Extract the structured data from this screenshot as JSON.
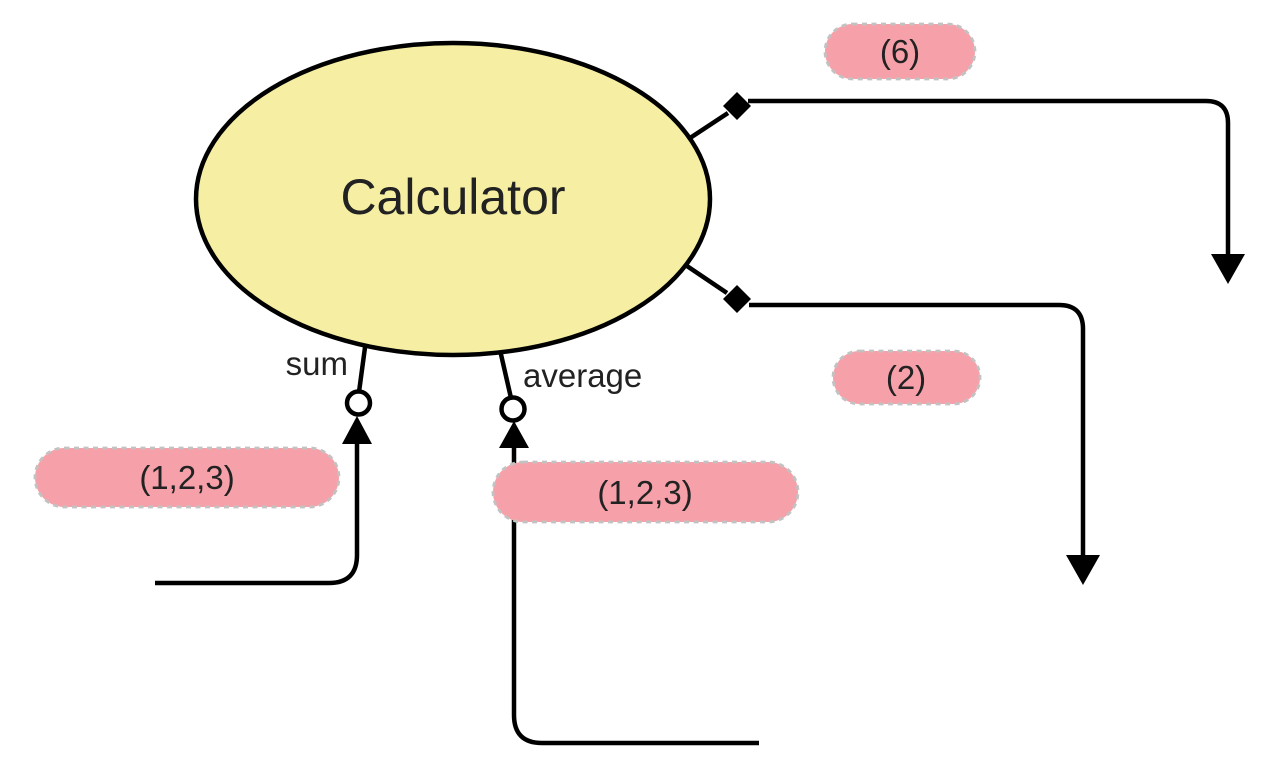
{
  "diagram": {
    "node": {
      "label": "Calculator"
    },
    "operations": [
      {
        "name": "sum",
        "args": "(1,2,3)",
        "result": "(6)"
      },
      {
        "name": "average",
        "args": "(1,2,3)",
        "result": "(2)"
      }
    ]
  },
  "colors": {
    "node_fill": "#F6EFA3",
    "node_stroke": "#000000",
    "pill_fill": "#F6A1A9",
    "pill_border": "#C2C2C2",
    "line": "#000000",
    "port_fill": "#FFFFFF",
    "text": "#222222"
  }
}
